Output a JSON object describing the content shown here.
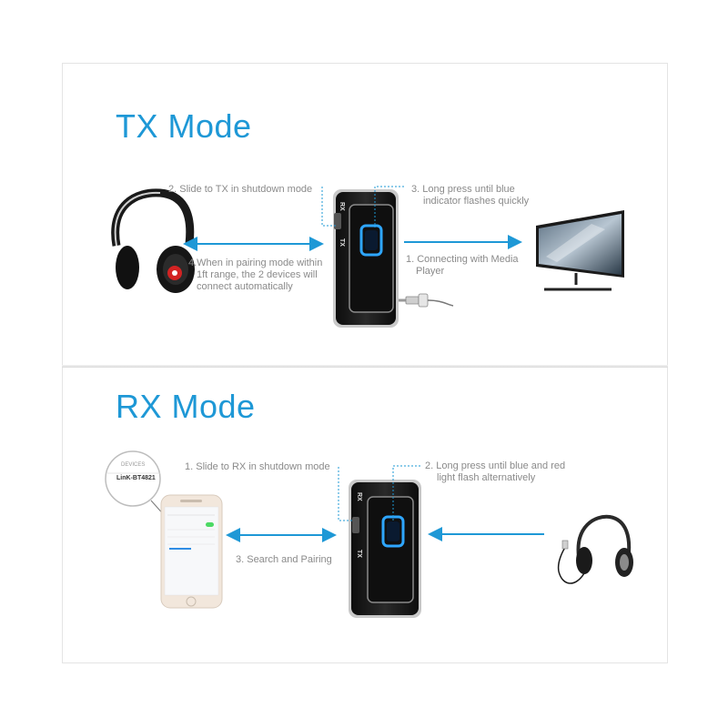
{
  "tx": {
    "title": "TX Mode",
    "step2": "2. Slide to TX in shutdown mode",
    "step3_line1": "3. Long press until blue",
    "step3_line2": "indicator flashes quickly",
    "step4_line1": "4.When in pairing mode within",
    "step4_line2": "1ft range, the 2 devices will",
    "step4_line3": "connect automatically",
    "step1_line1": "1. Connecting with Media",
    "step1_line2": "Player",
    "device_label_rx": "RX",
    "device_label_tx": "TX"
  },
  "rx": {
    "title": "RX Mode",
    "step1": "1. Slide to RX in shutdown mode",
    "step2_line1": "2. Long press until blue and red",
    "step2_line2": "light flash alternatively",
    "step3": "3. Search and Pairing",
    "zoom_header": "DEVICES",
    "zoom_device": "LinK-BT4821",
    "device_label_rx": "RX",
    "device_label_tx": "TX"
  },
  "colors": {
    "accent": "#1e98d6",
    "text": "#8a8a8a",
    "device": "#1a1a1a"
  },
  "icons": [
    "headphones-red-icon",
    "tv-icon",
    "audio-jack-icon",
    "phone-icon",
    "wired-headphones-icon",
    "bluetooth-device-icon"
  ]
}
